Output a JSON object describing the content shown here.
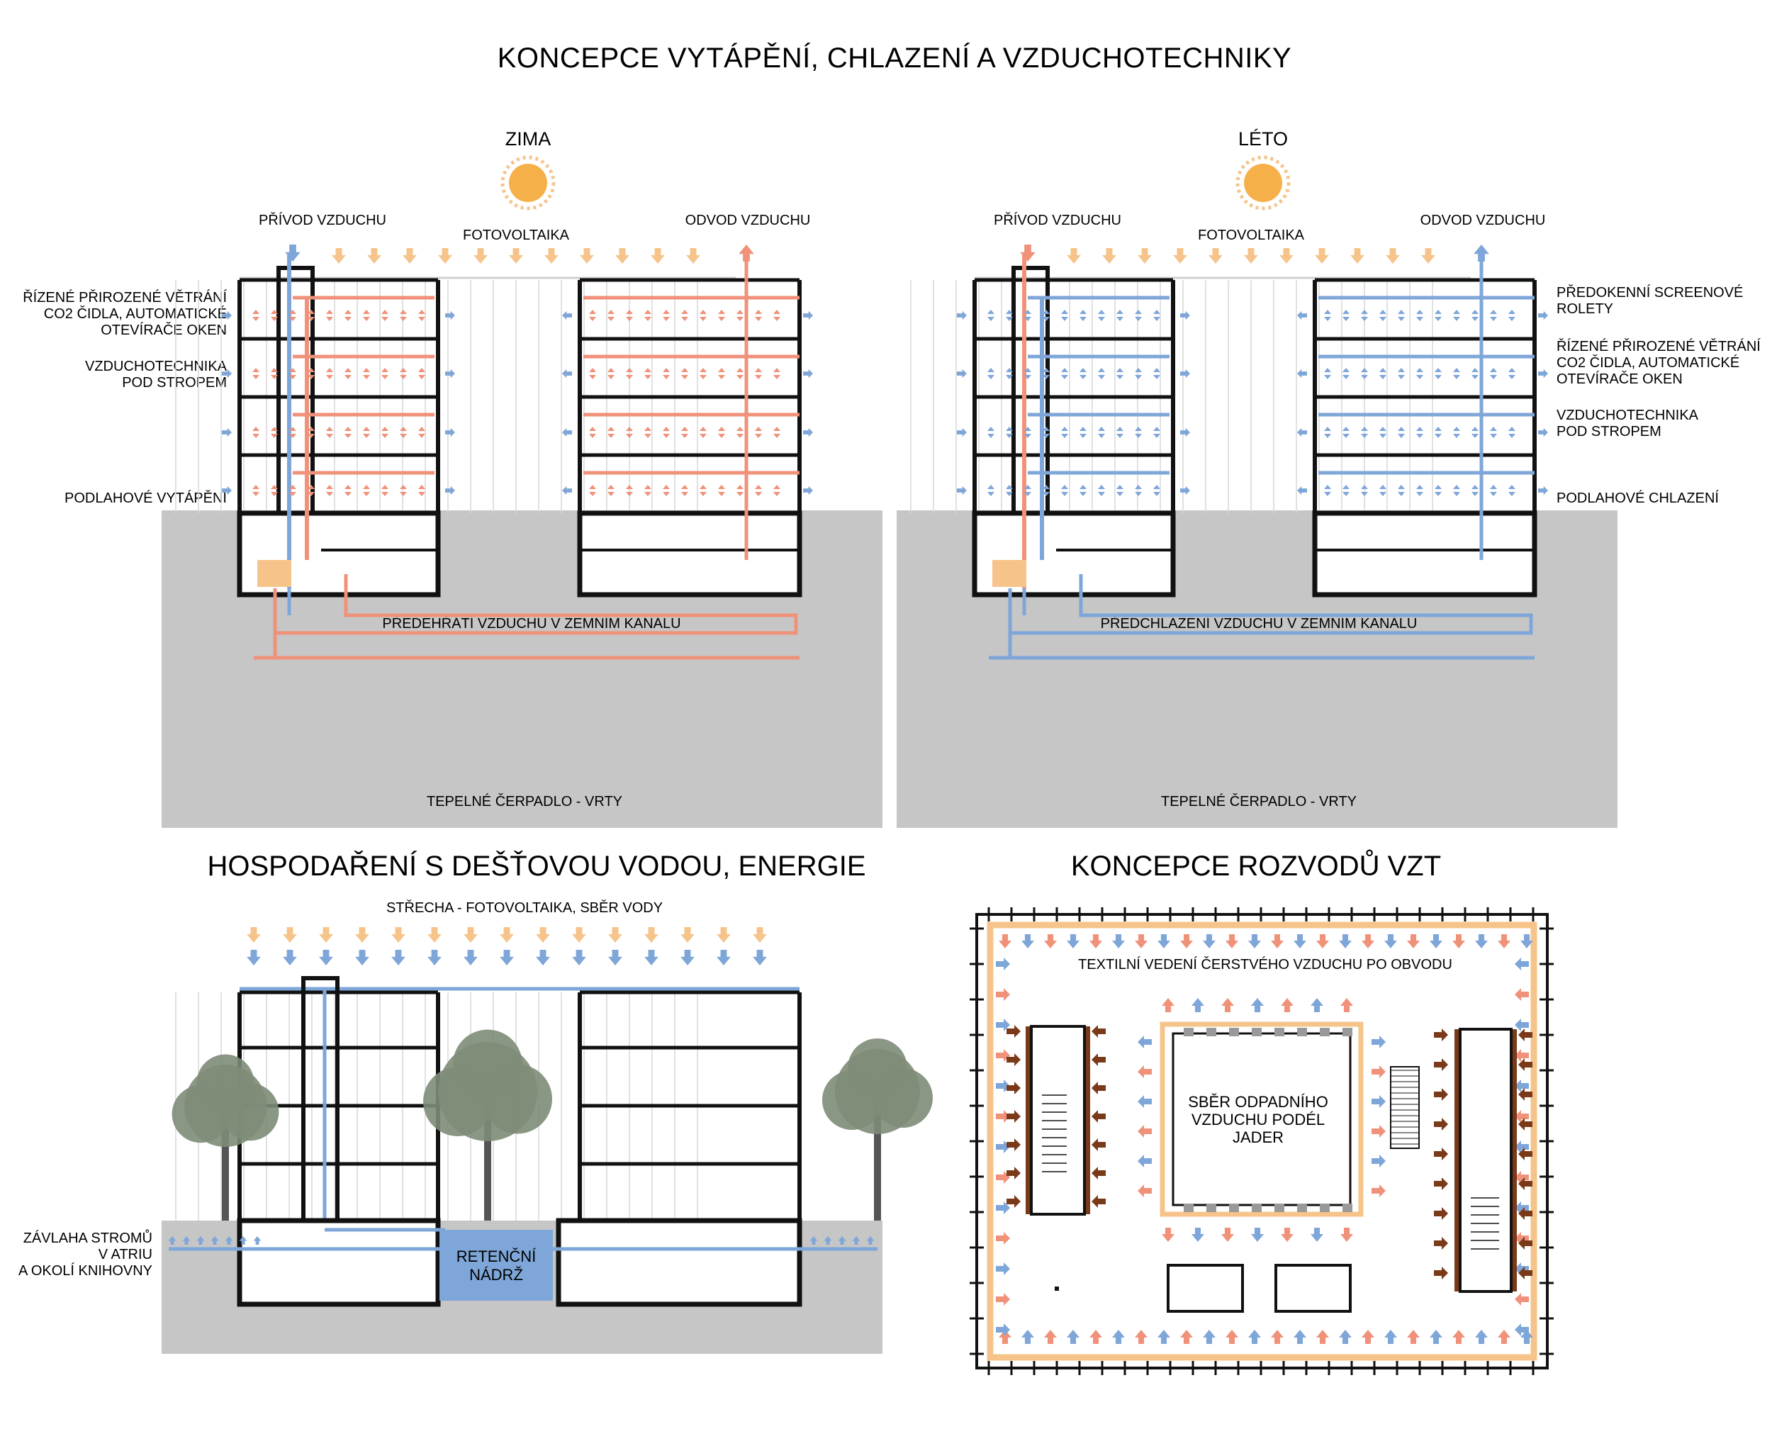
{
  "title": "KONCEPCE VYTÁPĚNÍ, CHLAZENÍ A VZDUCHOTECHNIKY",
  "colors": {
    "warm": "#f0917a",
    "cool": "#7ea6d8",
    "orange": "#f6c48a",
    "ground": "#c6c6c6",
    "brown": "#7a3a1a",
    "tree": "#7e8c78"
  },
  "winter": {
    "season": "ZIMA",
    "supply": "PŘÍVOD VZDUCHU",
    "pv": "FOTOVOLTAIKA",
    "exhaust": "ODVOD VZDUCHU",
    "vent_line1": "ŘÍZENÉ PŘIROZENÉ VĚTRÁNÍ",
    "vent_line2": "CO2 ČIDLA, AUTOMATICKÉ",
    "vent_line3": "OTEVÍRAČE OKEN",
    "hvac_line1": "VZDUCHOTECHNIKA",
    "hvac_line2": "POD STROPEM",
    "floor": "PODLAHOVÉ VYTÁPĚNÍ",
    "channel": "PŘEDEHŘÁTÍ VZDUCHU V ZEMNÍM KANÁLU",
    "heatpump": "TEPELNÉ ČERPADLO - VRTY"
  },
  "summer": {
    "season": "LÉTO",
    "supply": "PŘÍVOD VZDUCHU",
    "pv": "FOTOVOLTAIKA",
    "exhaust": "ODVOD VZDUCHU",
    "shade_line1": "PŘEDOKENNÍ SCREENOVÉ",
    "shade_line2": "ROLETY",
    "vent_line1": "ŘÍZENÉ PŘIROZENÉ VĚTRÁNÍ",
    "vent_line2": "CO2 ČIDLA, AUTOMATICKÉ",
    "vent_line3": "OTEVÍRAČE OKEN",
    "hvac_line1": "VZDUCHOTECHNIKA",
    "hvac_line2": "POD STROPEM",
    "floor": "PODLAHOVÉ CHLAZENÍ",
    "channel": "PŘEDCHLAZENÍ VZDUCHU V ZEMNÍM KANÁLU",
    "heatpump": "TEPELNÉ ČERPADLO - VRTY"
  },
  "rain": {
    "title": "HOSPODAŘENÍ S DEŠŤOVOU VODOU, ENERGIE",
    "roof": "STŘECHA - FOTOVOLTAIKA, SBĚR VODY",
    "irr_line1": "ZÁVLAHA STROMŮ",
    "irr_line2": "V ATRIU",
    "irr_line3": "A OKOLÍ KNIHOVNY",
    "tank_line1": "RETENČNÍ",
    "tank_line2": "NÁDRŽ"
  },
  "vzt": {
    "title": "KONCEPCE ROZVODŮ VZT",
    "perimeter": "TEXTILNÍ VEDENÍ ČERSTVÉHO VZDUCHU PO OBVODU",
    "core_line1": "SBĚR ODPADNÍHO",
    "core_line2": "VZDUCHU PODÉL",
    "core_line3": "JADER"
  }
}
